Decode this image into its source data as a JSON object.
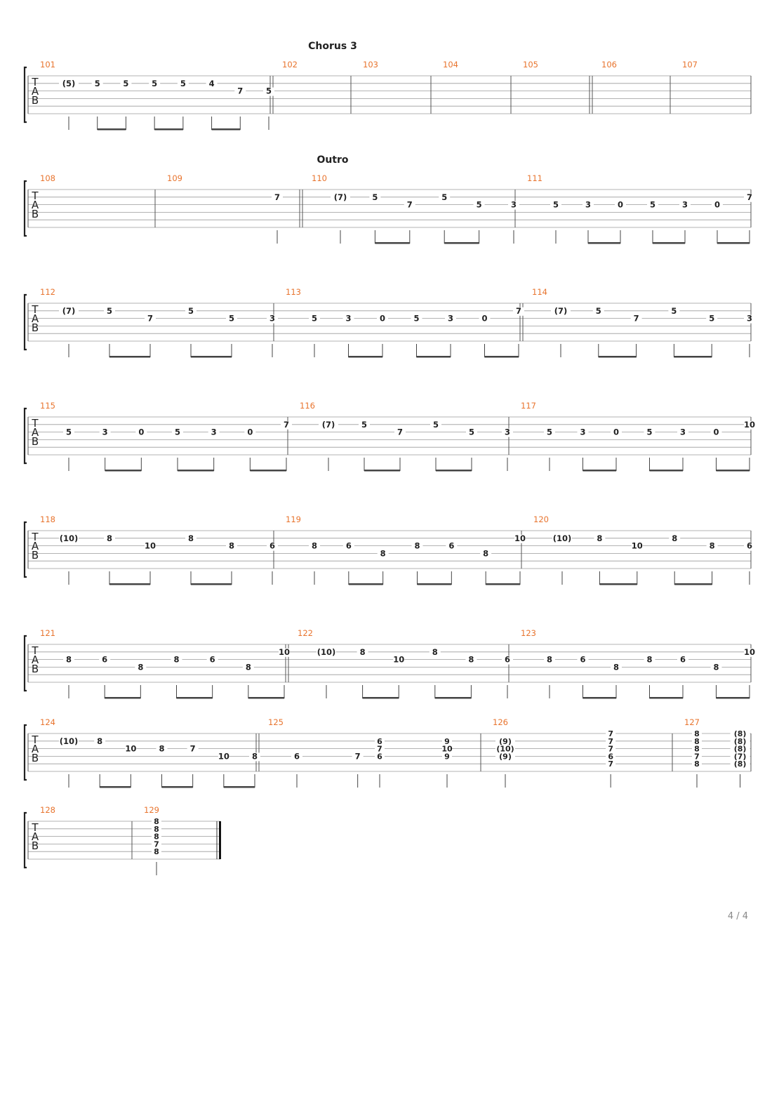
{
  "score": {
    "page_label": "4 / 4",
    "sections": [
      {
        "label": "Chorus 3",
        "system": 0
      },
      {
        "label": "Outro",
        "system": 1
      }
    ],
    "tab_clef": [
      "T",
      "A",
      "B"
    ],
    "systems": [
      {
        "measures": [
          {
            "number": "101",
            "events": [
              {
                "s": 2,
                "f": "(5)"
              },
              {
                "s": 2,
                "f": "5"
              },
              {
                "s": 2,
                "f": "5"
              },
              {
                "s": 2,
                "f": "5"
              },
              {
                "s": 2,
                "f": "5"
              },
              {
                "s": 2,
                "f": "4"
              },
              {
                "s": 3,
                "f": "7"
              },
              {
                "s": 3,
                "f": "5"
              }
            ]
          },
          {
            "number": "102",
            "events": []
          },
          {
            "number": "103",
            "events": []
          },
          {
            "number": "104",
            "events": []
          },
          {
            "number": "105",
            "events": []
          },
          {
            "number": "106",
            "events": []
          },
          {
            "number": "107",
            "events": []
          }
        ]
      },
      {
        "measures": [
          {
            "number": "108",
            "events": []
          },
          {
            "number": "109",
            "events": [
              {
                "s": 2,
                "f": "7"
              }
            ]
          },
          {
            "number": "110",
            "events": [
              {
                "s": 2,
                "f": "(7)"
              },
              {
                "s": 2,
                "f": "5"
              },
              {
                "s": 3,
                "f": "7"
              },
              {
                "s": 2,
                "f": "5"
              },
              {
                "s": 3,
                "f": "5"
              },
              {
                "s": 3,
                "f": "3"
              }
            ]
          },
          {
            "number": "111",
            "events": [
              {
                "s": 3,
                "f": "5"
              },
              {
                "s": 3,
                "f": "3"
              },
              {
                "s": 3,
                "f": "0"
              },
              {
                "s": 3,
                "f": "5"
              },
              {
                "s": 3,
                "f": "3"
              },
              {
                "s": 3,
                "f": "0"
              },
              {
                "s": 2,
                "f": "7"
              }
            ]
          }
        ]
      },
      {
        "measures": [
          {
            "number": "112",
            "events": [
              {
                "s": 2,
                "f": "(7)"
              },
              {
                "s": 2,
                "f": "5"
              },
              {
                "s": 3,
                "f": "7"
              },
              {
                "s": 2,
                "f": "5"
              },
              {
                "s": 3,
                "f": "5"
              },
              {
                "s": 3,
                "f": "3"
              }
            ]
          },
          {
            "number": "113",
            "events": [
              {
                "s": 3,
                "f": "5"
              },
              {
                "s": 3,
                "f": "3"
              },
              {
                "s": 3,
                "f": "0"
              },
              {
                "s": 3,
                "f": "5"
              },
              {
                "s": 3,
                "f": "3"
              },
              {
                "s": 3,
                "f": "0"
              },
              {
                "s": 2,
                "f": "7"
              }
            ]
          },
          {
            "number": "114",
            "events": [
              {
                "s": 2,
                "f": "(7)"
              },
              {
                "s": 2,
                "f": "5"
              },
              {
                "s": 3,
                "f": "7"
              },
              {
                "s": 2,
                "f": "5"
              },
              {
                "s": 3,
                "f": "5"
              },
              {
                "s": 3,
                "f": "3"
              }
            ]
          }
        ]
      },
      {
        "measures": [
          {
            "number": "115",
            "events": [
              {
                "s": 3,
                "f": "5"
              },
              {
                "s": 3,
                "f": "3"
              },
              {
                "s": 3,
                "f": "0"
              },
              {
                "s": 3,
                "f": "5"
              },
              {
                "s": 3,
                "f": "3"
              },
              {
                "s": 3,
                "f": "0"
              },
              {
                "s": 2,
                "f": "7"
              }
            ]
          },
          {
            "number": "116",
            "events": [
              {
                "s": 2,
                "f": "(7)"
              },
              {
                "s": 2,
                "f": "5"
              },
              {
                "s": 3,
                "f": "7"
              },
              {
                "s": 2,
                "f": "5"
              },
              {
                "s": 3,
                "f": "5"
              },
              {
                "s": 3,
                "f": "3"
              }
            ]
          },
          {
            "number": "117",
            "events": [
              {
                "s": 3,
                "f": "5"
              },
              {
                "s": 3,
                "f": "3"
              },
              {
                "s": 3,
                "f": "0"
              },
              {
                "s": 3,
                "f": "5"
              },
              {
                "s": 3,
                "f": "3"
              },
              {
                "s": 3,
                "f": "0"
              },
              {
                "s": 2,
                "f": "10"
              }
            ]
          }
        ]
      },
      {
        "measures": [
          {
            "number": "118",
            "events": [
              {
                "s": 2,
                "f": "(10)"
              },
              {
                "s": 2,
                "f": "8"
              },
              {
                "s": 3,
                "f": "10"
              },
              {
                "s": 2,
                "f": "8"
              },
              {
                "s": 3,
                "f": "8"
              },
              {
                "s": 3,
                "f": "6"
              }
            ]
          },
          {
            "number": "119",
            "events": [
              {
                "s": 3,
                "f": "8"
              },
              {
                "s": 3,
                "f": "6"
              },
              {
                "s": 4,
                "f": "8"
              },
              {
                "s": 3,
                "f": "8"
              },
              {
                "s": 3,
                "f": "6"
              },
              {
                "s": 4,
                "f": "8"
              },
              {
                "s": 2,
                "f": "10"
              }
            ]
          },
          {
            "number": "120",
            "events": [
              {
                "s": 2,
                "f": "(10)"
              },
              {
                "s": 2,
                "f": "8"
              },
              {
                "s": 3,
                "f": "10"
              },
              {
                "s": 2,
                "f": "8"
              },
              {
                "s": 3,
                "f": "8"
              },
              {
                "s": 3,
                "f": "6"
              }
            ]
          }
        ]
      },
      {
        "measures": [
          {
            "number": "121",
            "events": [
              {
                "s": 3,
                "f": "8"
              },
              {
                "s": 3,
                "f": "6"
              },
              {
                "s": 4,
                "f": "8"
              },
              {
                "s": 3,
                "f": "8"
              },
              {
                "s": 3,
                "f": "6"
              },
              {
                "s": 4,
                "f": "8"
              },
              {
                "s": 2,
                "f": "10"
              }
            ]
          },
          {
            "number": "122",
            "events": [
              {
                "s": 2,
                "f": "(10)"
              },
              {
                "s": 2,
                "f": "8"
              },
              {
                "s": 3,
                "f": "10"
              },
              {
                "s": 2,
                "f": "8"
              },
              {
                "s": 3,
                "f": "8"
              },
              {
                "s": 3,
                "f": "6"
              }
            ]
          },
          {
            "number": "123",
            "events": [
              {
                "s": 3,
                "f": "8"
              },
              {
                "s": 3,
                "f": "6"
              },
              {
                "s": 4,
                "f": "8"
              },
              {
                "s": 3,
                "f": "8"
              },
              {
                "s": 3,
                "f": "6"
              },
              {
                "s": 4,
                "f": "8"
              },
              {
                "s": 2,
                "f": "10"
              }
            ]
          }
        ]
      },
      {
        "measures": [
          {
            "number": "124",
            "events": [
              {
                "s": 2,
                "f": "(10)"
              },
              {
                "s": 2,
                "f": "8"
              },
              {
                "s": 3,
                "f": "10"
              },
              {
                "s": 3,
                "f": "8"
              },
              {
                "s": 3,
                "f": "7"
              },
              {
                "s": 4,
                "f": "10"
              },
              {
                "s": 4,
                "f": "8"
              }
            ]
          },
          {
            "number": "125",
            "events": [
              {
                "s": 4,
                "f": "6"
              },
              {
                "s": 4,
                "f": "7"
              }
            ],
            "chords": [
              {
                "frets": [
                  "6",
                  "7",
                  "6"
                ],
                "top": 1
              },
              {
                "frets": [
                  "9",
                  "10",
                  "9"
                ],
                "top": 1
              }
            ]
          },
          {
            "number": "126",
            "events": [],
            "chords": [
              {
                "frets": [
                  "(9)",
                  "(10)",
                  "(9)"
                ],
                "top": 1
              },
              {
                "frets": [
                  "7",
                  "7",
                  "7",
                  "6",
                  "7"
                ],
                "top": 0
              }
            ]
          },
          {
            "number": "127",
            "events": [],
            "chords": [
              {
                "frets": [
                  "8",
                  "8",
                  "8",
                  "7",
                  "8"
                ],
                "top": 0
              },
              {
                "frets": [
                  "(8)",
                  "(8)",
                  "(8)",
                  "(7)",
                  "(8)"
                ],
                "top": 0
              }
            ]
          }
        ]
      },
      {
        "measures": [
          {
            "number": "128",
            "events": []
          },
          {
            "number": "129",
            "events": [],
            "chords": [
              {
                "frets": [
                  "8",
                  "8",
                  "8",
                  "7",
                  "8"
                ],
                "top": 0
              }
            ]
          }
        ]
      }
    ]
  }
}
